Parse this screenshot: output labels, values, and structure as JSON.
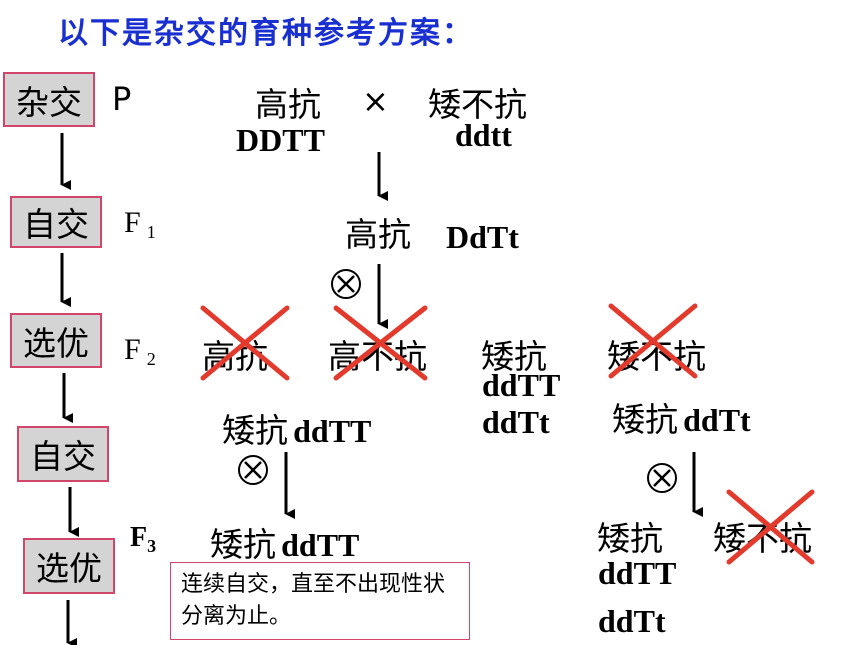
{
  "title": "以下是杂交的育种参考方案：",
  "steps": [
    "杂交",
    "自交",
    "选优",
    "自交",
    "选优"
  ],
  "generations": {
    "p": "P",
    "f1": "F",
    "f1_sub": "1",
    "f2": "F",
    "f2_sub": "2",
    "f3": "F",
    "f3_sub": "3"
  },
  "parents": {
    "p1_pheno": "高抗",
    "p1_geno": "DDTT",
    "cross": "×",
    "p2_pheno": "矮不抗",
    "p2_geno": "ddtt"
  },
  "f1": {
    "pheno": "高抗",
    "geno": "DdTt"
  },
  "f2": {
    "items": [
      {
        "pheno": "高抗",
        "crossed": true
      },
      {
        "pheno": "高不抗",
        "crossed": true
      },
      {
        "pheno": "矮抗",
        "crossed": false
      },
      {
        "pheno": "矮不抗",
        "crossed": true
      }
    ],
    "dwarf_resist_genos": [
      "ddTT",
      "ddTt"
    ]
  },
  "selected_left": {
    "pheno": "矮抗",
    "geno": "ddTT"
  },
  "selected_right": {
    "pheno": "矮抗",
    "geno": "ddTt"
  },
  "f3_left": {
    "pheno": "矮抗",
    "geno": "ddTT"
  },
  "f3_right": {
    "pheno1": "矮抗",
    "pheno2": "矮不抗",
    "genos": [
      "ddTT",
      "ddTt"
    ]
  },
  "note": "连续自交，直至不出现性状分离为止。",
  "selfing_symbol": "⊗",
  "colors": {
    "title": "#1a2fd0",
    "cross_mark": "#e23a2c",
    "box_border": "#d0456a",
    "box_fill": "#d4d4d4"
  }
}
